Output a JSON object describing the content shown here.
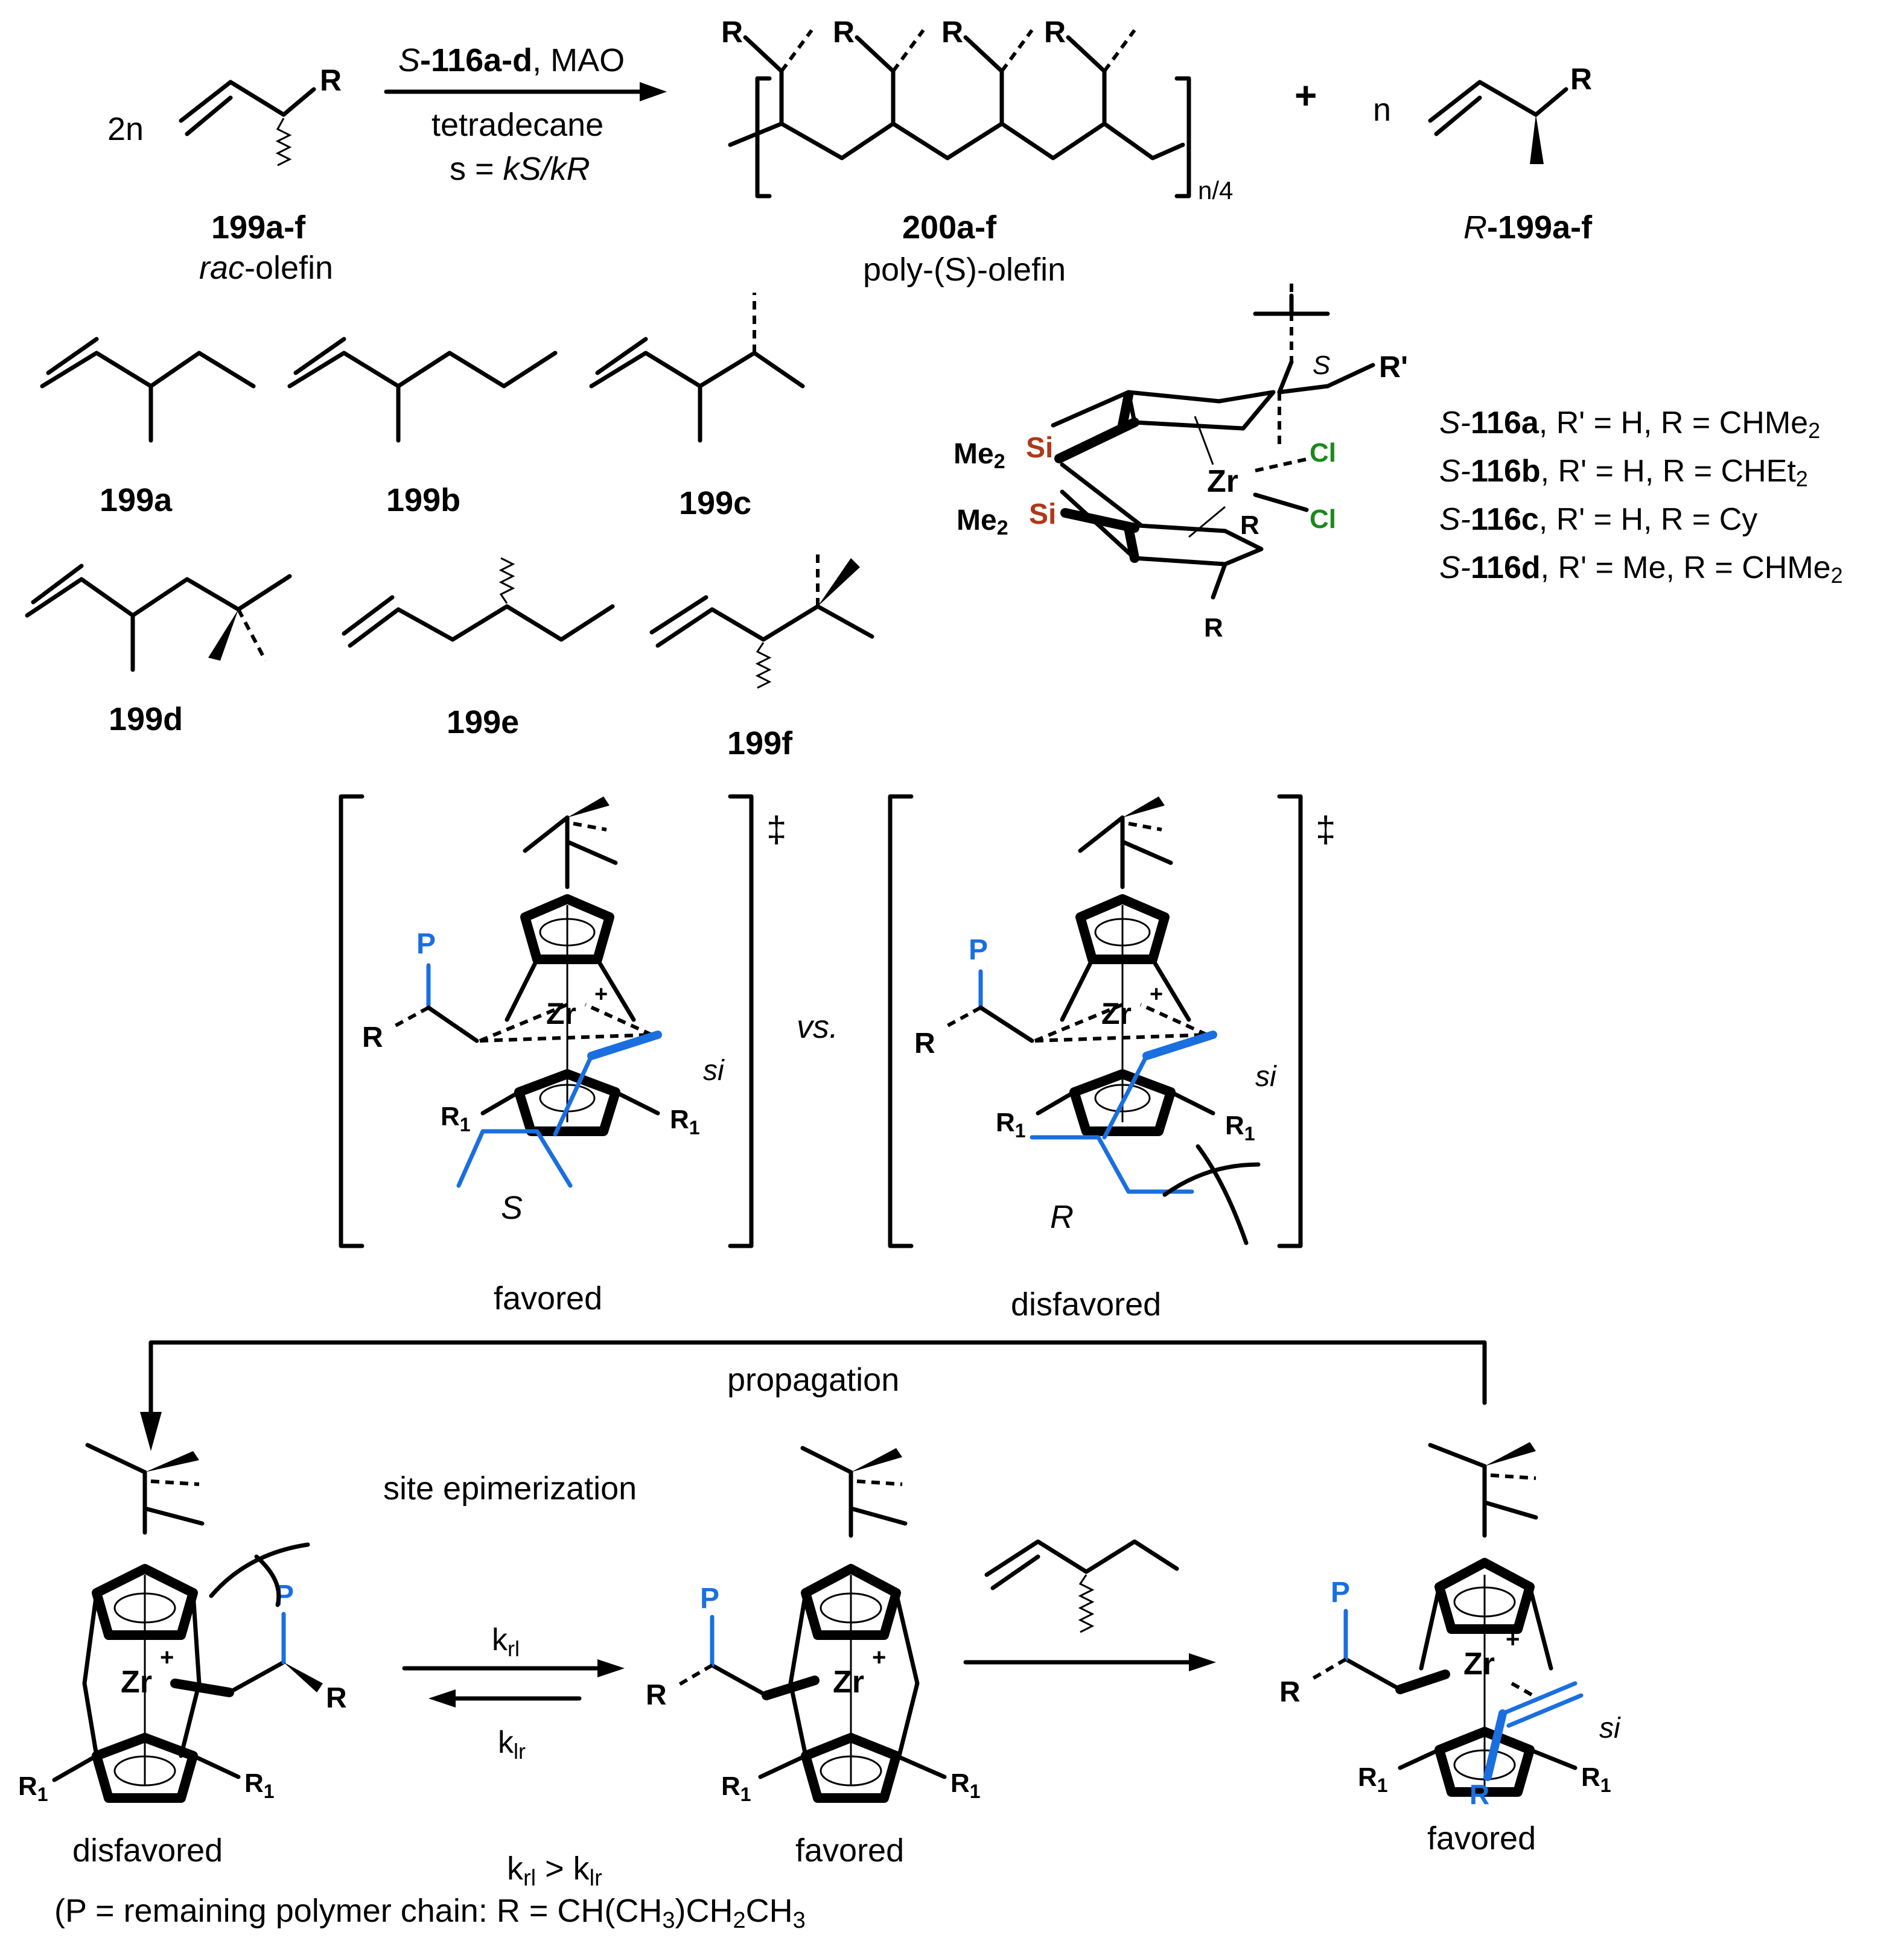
{
  "reaction": {
    "stoich_left": "2n",
    "r_label": "R",
    "reagent_prefix": "S",
    "reagent_catalyst": "-116a-d",
    "reagent_cocat": ",  MAO",
    "solvent": "tetradecane",
    "selectivity_prefix": "s = ",
    "selectivity_expr": "kS/kR",
    "plus": "+",
    "stoich_right": "n",
    "polymer_repeat": "n/4"
  },
  "compounds": {
    "rac_label": "199a-f",
    "rac_desc_italic": "rac",
    "rac_desc_rest": "-olefin",
    "polymer_label": "200a-f",
    "polymer_desc": "poly-(S)-olefin",
    "product_label_prefix": "R",
    "product_label": "-199a-f",
    "olefins": [
      "199a",
      "199b",
      "199c",
      "199d",
      "199e",
      "199f"
    ]
  },
  "catalyst": {
    "si_label": "Si",
    "me2_label": "Me",
    "me2_sub": "2",
    "zr_label": "Zr",
    "cl_label": "Cl",
    "r_label": "R",
    "rprime_label": "R'",
    "s_stereo": "S",
    "variants": [
      {
        "prefix": "S-",
        "id": "116a",
        "rest": ", R' = H, R = CHMe",
        "sub": "2"
      },
      {
        "prefix": "S-",
        "id": "116b",
        "rest": ", R' = H, R = CHEt",
        "sub": "2"
      },
      {
        "prefix": "S-",
        "id": "116c",
        "rest": ", R' = H, R = Cy",
        "sub": ""
      },
      {
        "prefix": "S-",
        "id": "116d",
        "rest": ", R' = Me, R = CHMe",
        "sub": "2"
      }
    ]
  },
  "transition_states": {
    "dagger": "‡",
    "vs": "vs.",
    "si": "si",
    "p_label": "P",
    "r_label": "R",
    "r1_label": "R",
    "r1_sub": "1",
    "zr_label": "Zr",
    "plus": "+",
    "left_stereo": "S",
    "right_stereo": "R",
    "left_caption": "favored",
    "right_caption": "disfavored"
  },
  "mechanism": {
    "propagation": "propagation",
    "site_epimerization": "site epimerization",
    "k_forward": "k",
    "k_forward_sub": "rl",
    "k_reverse": "k",
    "k_reverse_sub": "lr",
    "left_caption": "disfavored",
    "middle_caption": "favored",
    "right_caption": "favored",
    "rate_relation_k1": "k",
    "rate_relation_k1_sub": "rl",
    "rate_relation_op": " > ",
    "rate_relation_k2": "k",
    "rate_relation_k2_sub": "lr",
    "footnote": "(P = remaining polymer chain: R = CH(CH",
    "footnote_s1": "3",
    "footnote_m1": ")CH",
    "footnote_s2": "2",
    "footnote_m2": "CH",
    "footnote_s3": "3"
  }
}
